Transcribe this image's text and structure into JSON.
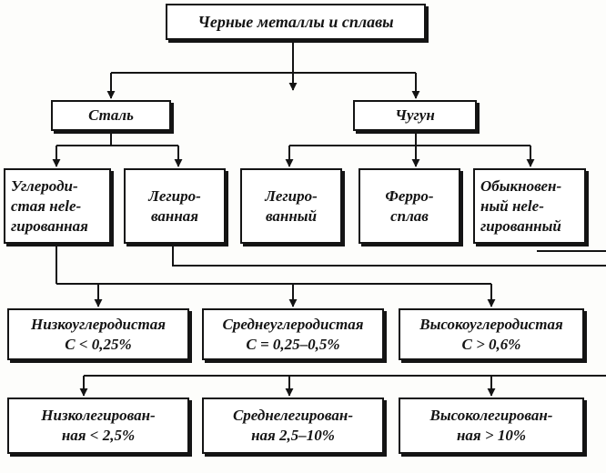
{
  "diagram": {
    "root": {
      "label": "Черные металлы и сплавы"
    },
    "level1": {
      "steel": {
        "label": "Сталь"
      },
      "cast_iron": {
        "label": "Чугун"
      }
    },
    "level2": {
      "carbon_unalloyed": {
        "lines": [
          "Углероди-",
          "стая нele-",
          "гированная"
        ]
      },
      "alloyed_steel": {
        "lines": [
          "Легиро-",
          "ванная"
        ]
      },
      "alloyed_iron": {
        "lines": [
          "Легиро-",
          "ванный"
        ]
      },
      "ferroalloy": {
        "lines": [
          "Ферро-",
          "сплав"
        ]
      },
      "ordinary_iron": {
        "lines": [
          "Обыкновен-",
          "ный нele-",
          "гированный"
        ]
      }
    },
    "carbon_classes": [
      {
        "line1": "Низкоуглеродистая",
        "line2": "C < 0,25%"
      },
      {
        "line1": "Среднеуглеродистая",
        "line2": "C = 0,25–0,5%"
      },
      {
        "line1": "Высокоуглеродистая",
        "line2": "C > 0,6%"
      }
    ],
    "alloy_classes": [
      {
        "line1": "Низколегирован-",
        "line2": "ная < 2,5%"
      },
      {
        "line1": "Среднелегирован-",
        "line2": "ная  2,5–10%"
      },
      {
        "line1": "Высоколегирован-",
        "line2": "ная > 10%"
      }
    ]
  }
}
